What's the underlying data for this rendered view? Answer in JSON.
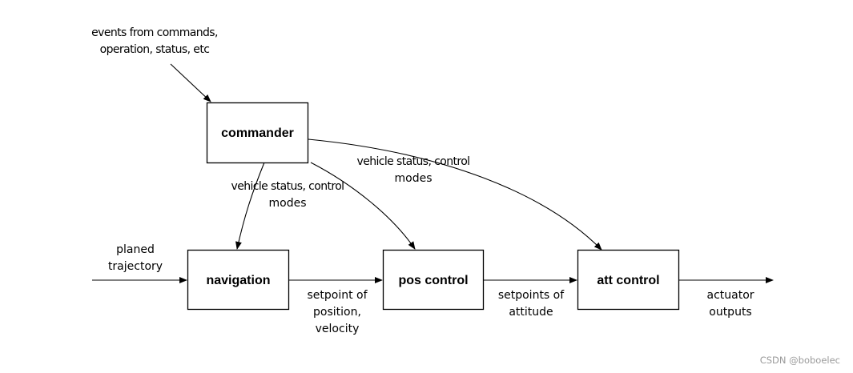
{
  "nodes": {
    "commander": "commander",
    "navigation": "navigation",
    "pos_control": "pos control",
    "att_control": "att control"
  },
  "edge_labels": {
    "events_line1": "events from commands,",
    "events_line2": "operation, status, etc",
    "vehicle_status_nav_line1": "vehicle status, control",
    "vehicle_status_nav_line2": "modes",
    "vehicle_status_att_line1": "vehicle status, control",
    "vehicle_status_att_line2": "modes",
    "planed_line1": "planed",
    "planed_line2": "trajectory",
    "setpoint_pos_line1": "setpoint of",
    "setpoint_pos_line2": "position,",
    "setpoint_pos_line3": "velocity",
    "setpoints_att_line1": "setpoints of",
    "setpoints_att_line2": "attitude",
    "actuator_line1": "actuator",
    "actuator_line2": "outputs"
  },
  "watermark": "CSDN @boboelec"
}
